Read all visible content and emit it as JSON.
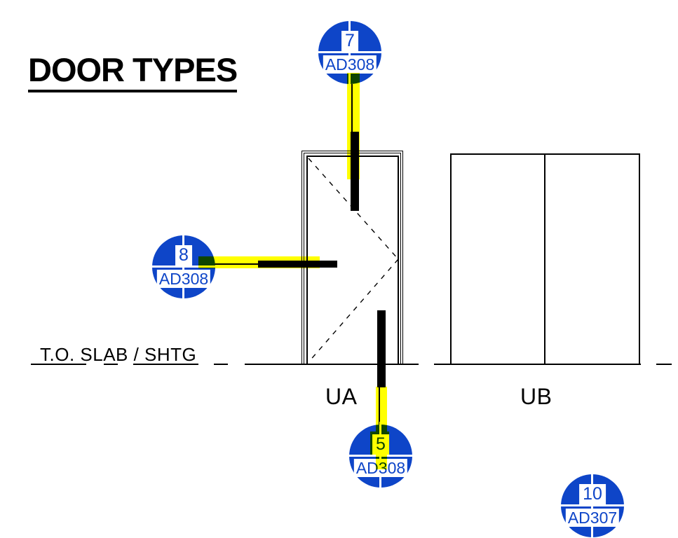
{
  "title": "DOOR TYPES",
  "annotations": {
    "level_line_label": "T.O. SLAB / SHTG"
  },
  "doors": [
    {
      "label": "UA"
    },
    {
      "label": "UB"
    }
  ],
  "callouts": [
    {
      "number": "7",
      "sheet": "AD308"
    },
    {
      "number": "8",
      "sheet": "AD308"
    },
    {
      "number": "5",
      "sheet": "AD308"
    },
    {
      "number": "10",
      "sheet": "AD307"
    }
  ],
  "colors": {
    "callout_blue": "#0e45c8",
    "highlight_yellow": "#ffff00",
    "line_black": "#000000"
  }
}
